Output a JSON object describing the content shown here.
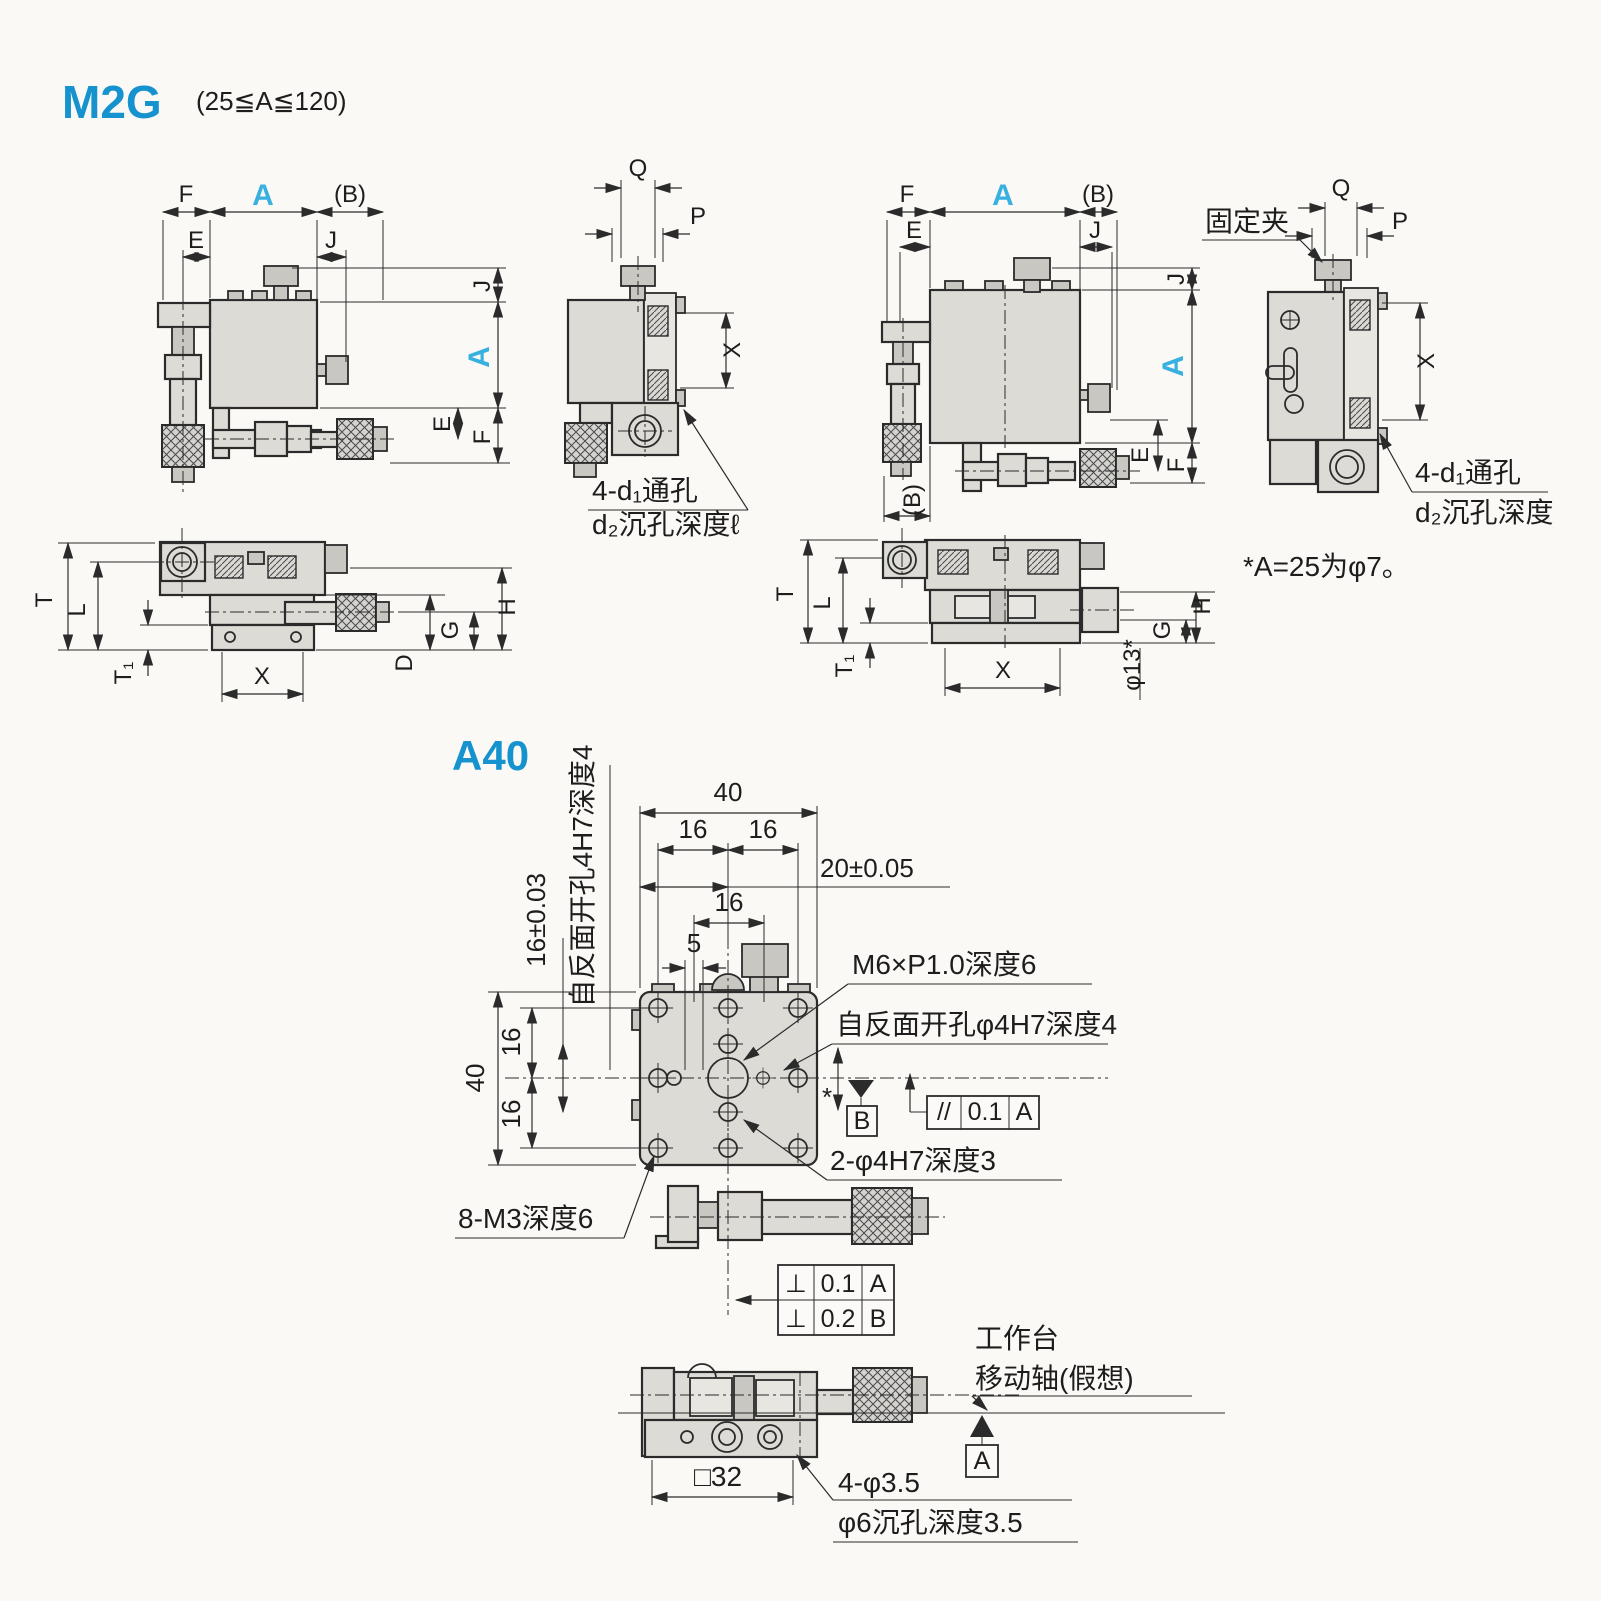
{
  "palette": {
    "accent_blue": "#1693cf",
    "accent_cyan": "#38b1e0",
    "line": "#2b2b2b",
    "body_fill": "#dcdbd6",
    "background": "#faf9f6"
  },
  "m2g": {
    "title": "M2G",
    "range": "(25≦A≦120)",
    "front1": {
      "f": "F",
      "a": "A",
      "b": "(B)",
      "e": "E",
      "j": "J",
      "rj": "J",
      "ra": "A",
      "re": "E",
      "rf": "F"
    },
    "side1": {
      "q": "Q",
      "p": "P",
      "x": "X",
      "note1": "4-d₁通孔",
      "note2": "d₂沉孔深度ℓ"
    },
    "front2": {
      "f": "F",
      "a": "A",
      "b": "(B)",
      "e": "E",
      "j": "J",
      "rj": "J",
      "ra": "A",
      "re": "E",
      "rf": "F",
      "bb": "(B)"
    },
    "side2": {
      "clamp": "固定夹",
      "q": "Q",
      "p": "P",
      "x": "X",
      "note1": "4-d₁通孔",
      "note2": "d₂沉孔深度"
    },
    "star_note": "*A=25为φ7。",
    "elev1": {
      "t": "T",
      "l": "L",
      "t1": "T₁",
      "x": "X",
      "h": "H",
      "g": "G",
      "d": "D"
    },
    "elev2": {
      "t": "T",
      "l": "L",
      "t1": "T₁",
      "x": "X",
      "h": "H",
      "g": "G",
      "phi": "φ13*"
    }
  },
  "a40": {
    "title": "A40",
    "top": {
      "d40": "40",
      "d16l": "16",
      "d16r": "16",
      "d20": "20±0.05",
      "d16c": "16",
      "d5": "5"
    },
    "left": {
      "d40": "40",
      "d16u": "16",
      "d16d": "16",
      "tol": "16±0.03",
      "back_note": "自反面开孔4H7深度4"
    },
    "notes": {
      "m6": "M6×P1.0深度6",
      "back": "自反面开孔φ4H7深度4",
      "two": "2-φ4H7深度3",
      "m3": "8-M3深度6",
      "star": "*"
    },
    "fcf": {
      "par_sym": "//",
      "par_tol": "0.1",
      "par_datum": "A",
      "perp1_sym": "⊥",
      "perp1_tol": "0.1",
      "perp1_datum": "A",
      "perp2_sym": "⊥",
      "perp2_tol": "0.2",
      "perp2_datum": "B",
      "datum_a": "A",
      "datum_b": "B"
    },
    "bottom": {
      "table1": "工作台",
      "table2": "移动轴(假想)",
      "sq32": "□32",
      "four": "4-φ3.5",
      "cbore": "φ6沉孔深度3.5"
    }
  }
}
